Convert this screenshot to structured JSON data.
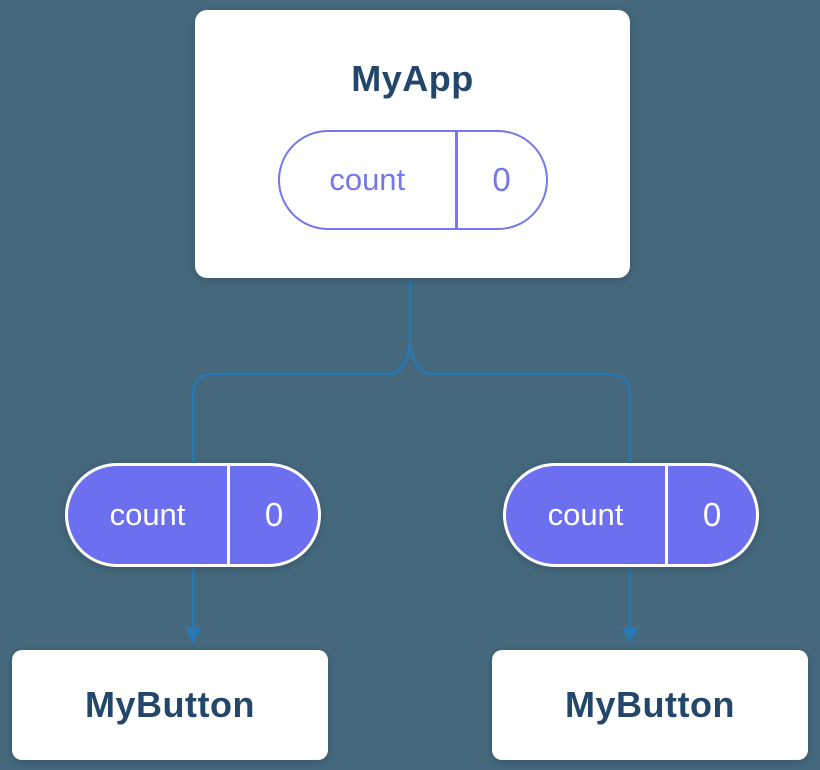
{
  "diagram": {
    "root": {
      "title": "MyApp",
      "state": {
        "label": "count",
        "value": "0"
      }
    },
    "props": [
      {
        "label": "count",
        "value": "0"
      },
      {
        "label": "count",
        "value": "0"
      }
    ],
    "children": [
      {
        "title": "MyButton"
      },
      {
        "title": "MyButton"
      }
    ]
  },
  "colors": {
    "background": "#45687D",
    "card-bg": "#FFFFFF",
    "title-color": "#23466B",
    "purple": "#6B6FF0",
    "outline-purple": "#7578EA",
    "line-color": "#2778B3",
    "pill-text-light": "#FFFFFF"
  }
}
